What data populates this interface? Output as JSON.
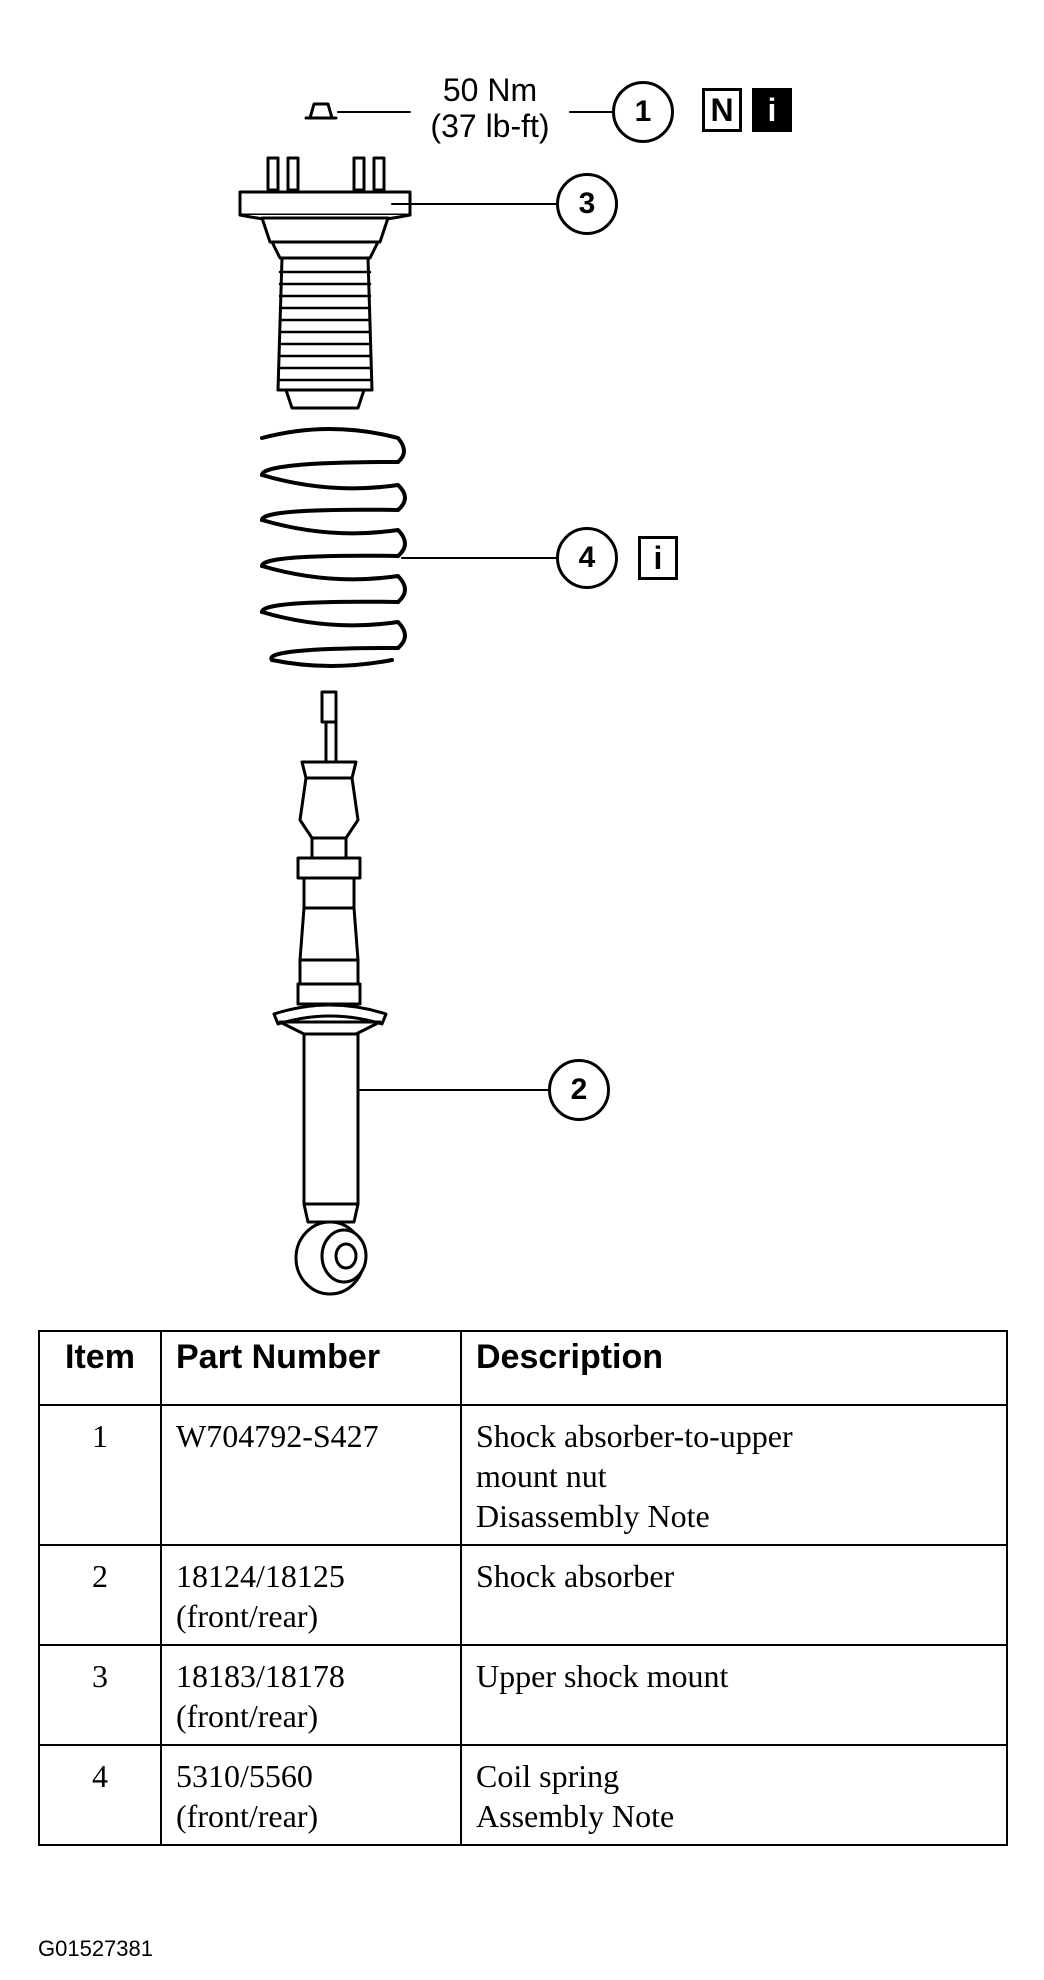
{
  "torque": {
    "metric": "50 Nm",
    "imperial": "(37 lb-ft)"
  },
  "callouts": [
    {
      "number": "1",
      "tags": [
        "N",
        "i"
      ]
    },
    {
      "number": "2",
      "tags": []
    },
    {
      "number": "3",
      "tags": []
    },
    {
      "number": "4",
      "tags": [
        "i"
      ]
    }
  ],
  "table": {
    "headers": [
      "Item",
      "Part Number",
      "Description"
    ],
    "rows": [
      {
        "item": "1",
        "part_number": [
          "W704792-S427"
        ],
        "description": [
          "Shock absorber-to-upper",
          "mount nut",
          "Disassembly Note"
        ]
      },
      {
        "item": "2",
        "part_number": [
          "18124/18125",
          "(front/rear)"
        ],
        "description": [
          "Shock absorber"
        ]
      },
      {
        "item": "3",
        "part_number": [
          "18183/18178",
          "(front/rear)"
        ],
        "description": [
          "Upper shock mount"
        ]
      },
      {
        "item": "4",
        "part_number": [
          "5310/5560",
          "(front/rear)"
        ],
        "description": [
          "Coil spring",
          "Assembly Note"
        ]
      }
    ]
  },
  "figure_id": "G01527381"
}
